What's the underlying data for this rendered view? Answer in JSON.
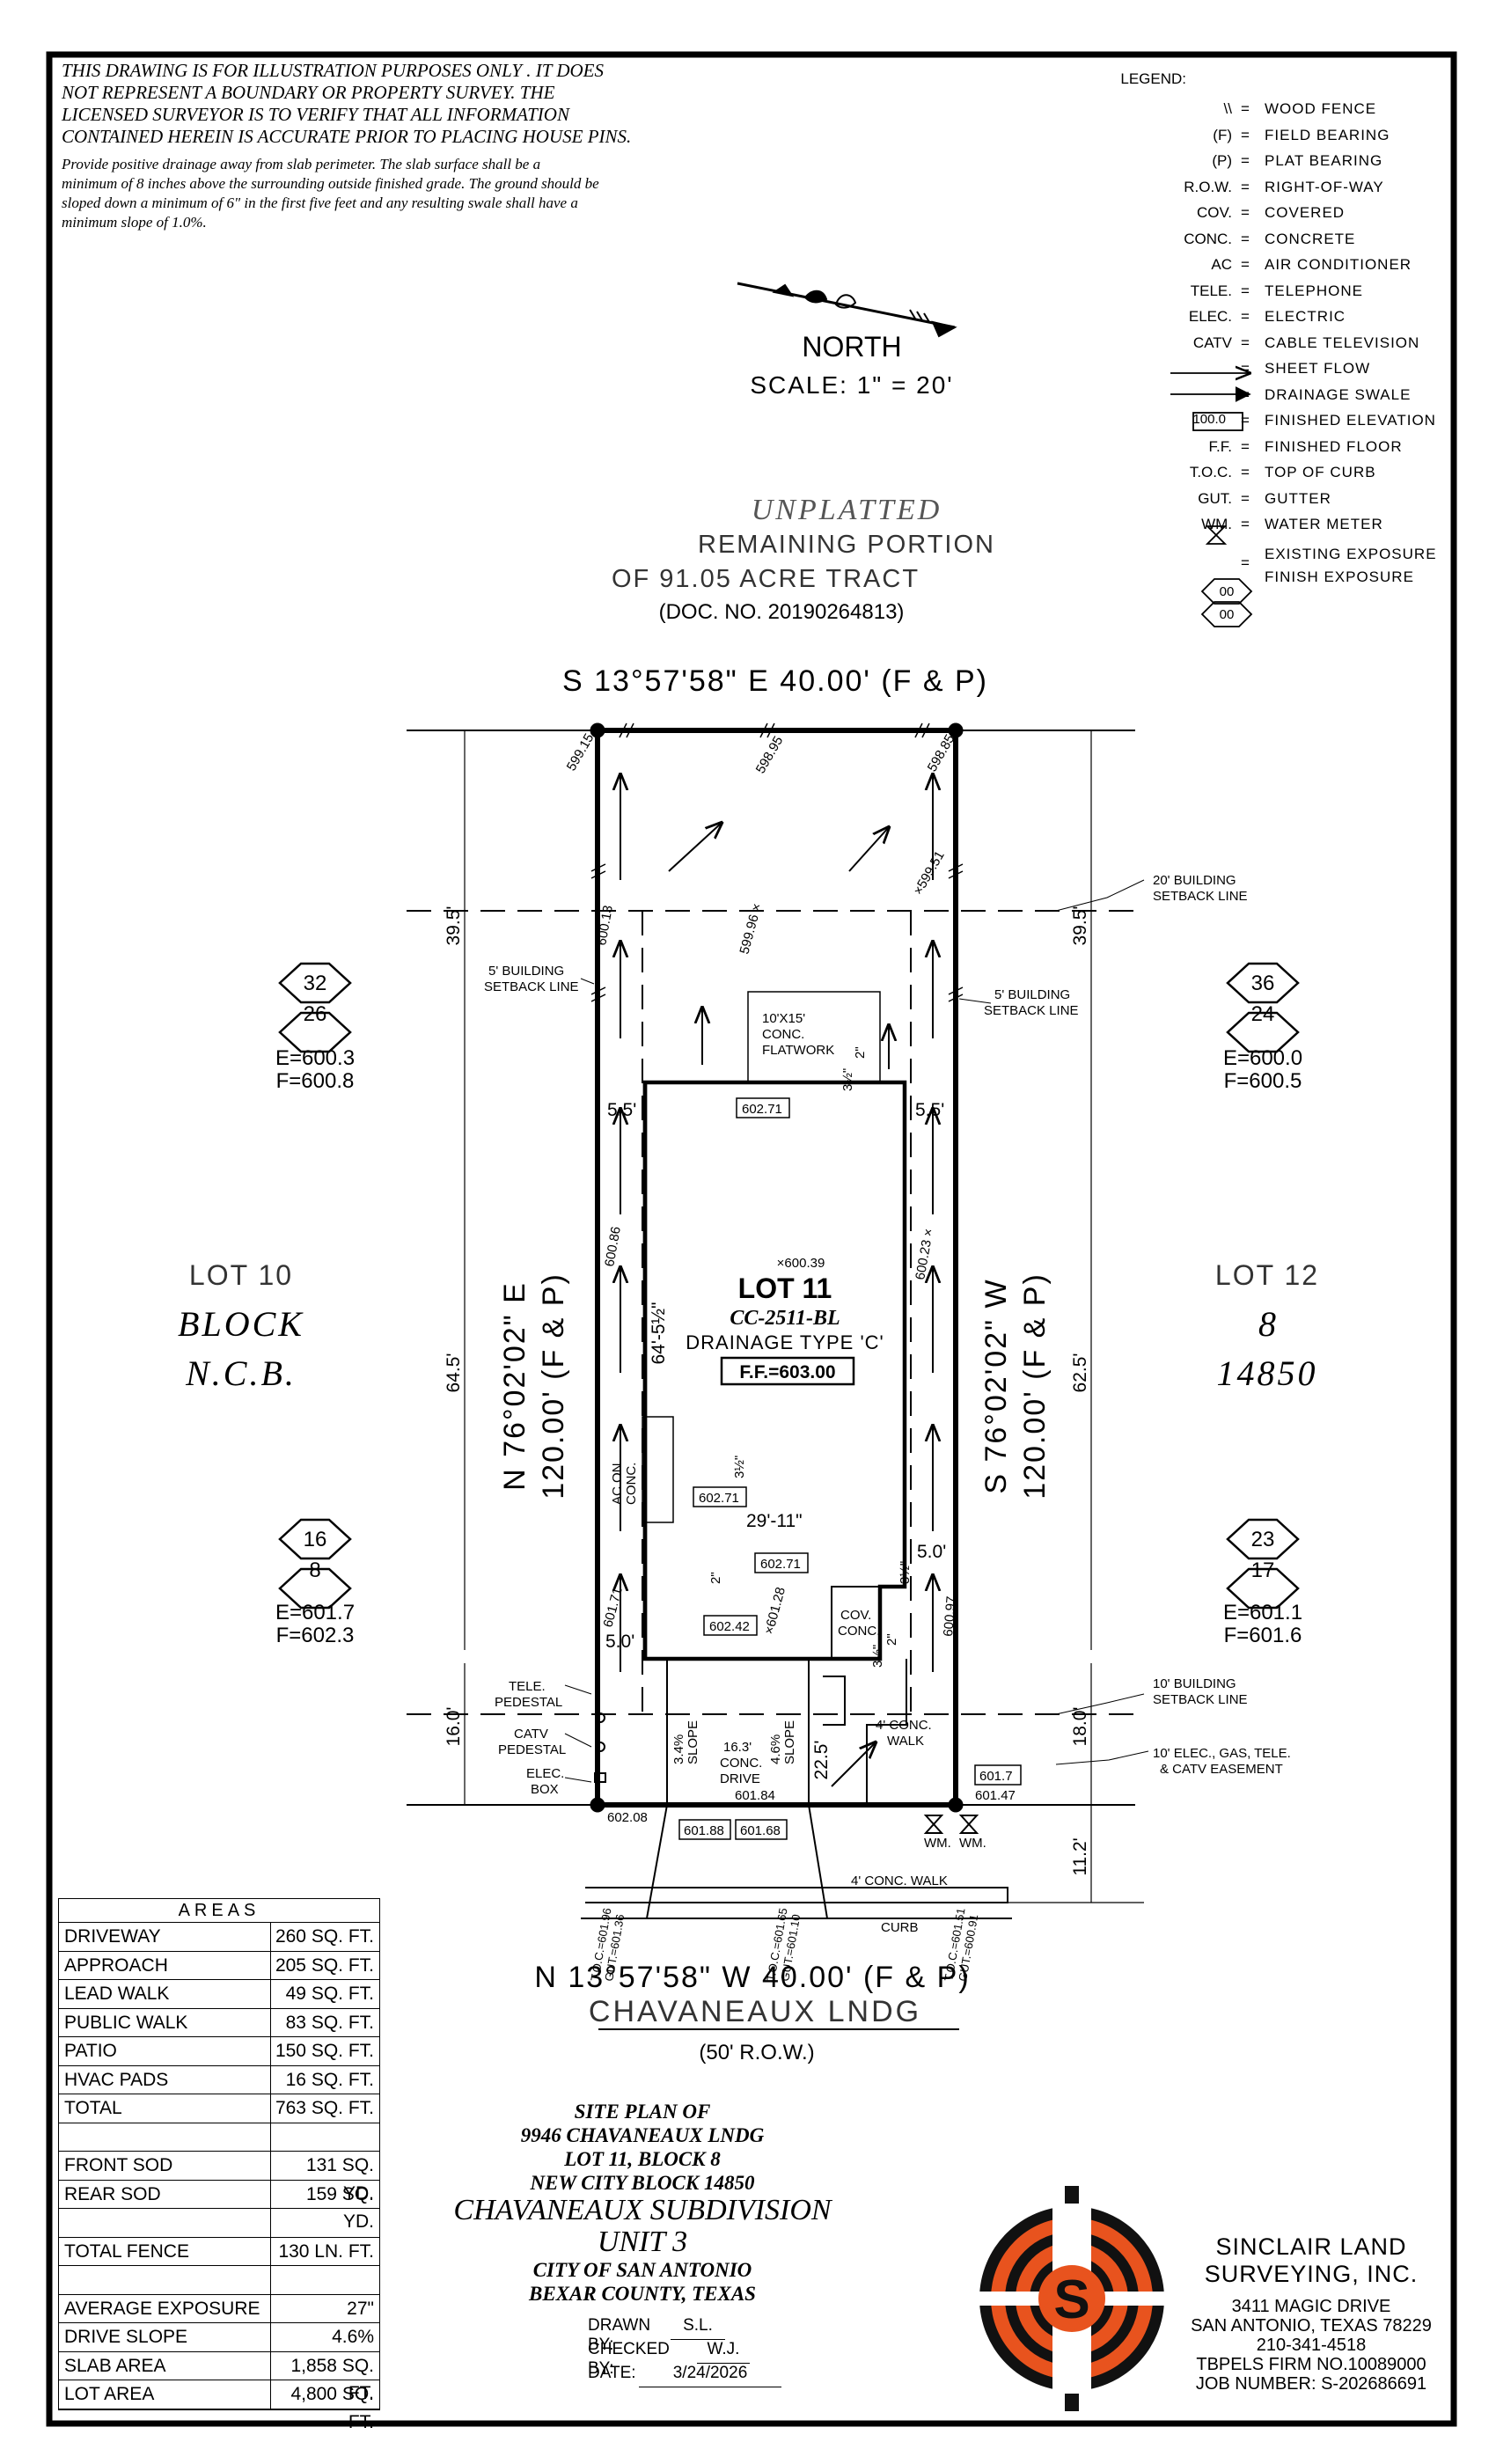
{
  "disclaimer": {
    "line1": "THIS DRAWING IS FOR ILLUSTRATION PURPOSES ONLY . IT DOES",
    "line2": "NOT REPRESENT A BOUNDARY OR PROPERTY SURVEY. THE",
    "line3": "LICENSED SURVEYOR IS TO VERIFY THAT ALL INFORMATION",
    "line4": "CONTAINED HEREIN IS ACCURATE PRIOR TO PLACING HOUSE PINS.",
    "drain1": "Provide positive drainage away from slab perimeter. The slab surface shall be a",
    "drain2": "minimum of 8 inches above the surrounding outside finished grade. The ground should be",
    "drain3": "sloped down a minimum of 6\" in the first five feet and any resulting swale shall have a",
    "drain4": "minimum slope of 1.0%."
  },
  "legend": {
    "heading": "LEGEND:",
    "items": [
      {
        "symbol": "\\\\",
        "eq": "=",
        "def": "WOOD FENCE"
      },
      {
        "symbol": "(F)",
        "eq": "=",
        "def": "FIELD BEARING"
      },
      {
        "symbol": "(P)",
        "eq": "=",
        "def": "PLAT BEARING"
      },
      {
        "symbol": "R.O.W.",
        "eq": "=",
        "def": "RIGHT-OF-WAY"
      },
      {
        "symbol": "COV.",
        "eq": "=",
        "def": "COVERED"
      },
      {
        "symbol": "CONC.",
        "eq": "=",
        "def": "CONCRETE"
      },
      {
        "symbol": "AC",
        "eq": "=",
        "def": "AIR CONDITIONER"
      },
      {
        "symbol": "TELE.",
        "eq": "=",
        "def": "TELEPHONE"
      },
      {
        "symbol": "ELEC.",
        "eq": "=",
        "def": "ELECTRIC"
      },
      {
        "symbol": "CATV",
        "eq": "=",
        "def": "CABLE TELEVISION"
      },
      {
        "symbol": "",
        "eq": "=",
        "def": "SHEET FLOW"
      },
      {
        "symbol": "",
        "eq": "=",
        "def": "DRAINAGE SWALE"
      },
      {
        "symbol": "100.0",
        "eq": "=",
        "def": "FINISHED ELEVATION"
      },
      {
        "symbol": "F.F.",
        "eq": "=",
        "def": "FINISHED FLOOR"
      },
      {
        "symbol": "T.O.C.",
        "eq": "=",
        "def": "TOP OF CURB"
      },
      {
        "symbol": "GUT.",
        "eq": "=",
        "def": "GUTTER"
      },
      {
        "symbol": "WM.",
        "eq": "=",
        "def": "WATER METER"
      }
    ],
    "exposure_top": "00",
    "exposure_bottom": "00",
    "exposure_def1": "EXISTING EXPOSURE",
    "exposure_def2": "FINISH EXPOSURE"
  },
  "north": {
    "label": "NORTH",
    "scale": "SCALE: 1\" = 20'"
  },
  "unplatted": {
    "title": "UNPLATTED",
    "line1": "REMAINING PORTION",
    "line2": "OF 91.05 ACRE TRACT",
    "doc": "(DOC. NO. 20190264813)"
  },
  "bearings": {
    "top": "S 13°57'58\" E 40.00' (F & P)",
    "bottom": "N 13°57'58\" W 40.00' (F & P)",
    "left": "N 76°02'02\" E",
    "left2": "120.00' (F & P)",
    "right": "S 76°02'02\" W",
    "right2": "120.00' (F & P)"
  },
  "street": {
    "name": "CHAVANEAUX LNDG",
    "row": "(50' R.O.W.)"
  },
  "lots": {
    "lot10": "LOT 10",
    "block": "BLOCK",
    "ncb": "N.C.B.",
    "lot12": "LOT 12",
    "block_no": "8",
    "ncb_no": "14850"
  },
  "house": {
    "lot": "LOT 11",
    "plan": "CC-2511-BL",
    "drainage": "DRAINAGE TYPE 'C'",
    "ff": "F.F.=603.00",
    "top_elev": "×600.39"
  },
  "exposures": {
    "ul_top": "32",
    "ul_bot": "26",
    "ul_e": "E=600.3",
    "ul_f": "F=600.8",
    "ur_top": "36",
    "ur_bot": "24",
    "ur_e": "E=600.0",
    "ur_f": "F=600.5",
    "ll_top": "16",
    "ll_bot": "8",
    "ll_e": "E=601.7",
    "ll_f": "F=602.3",
    "lr_top": "23",
    "lr_bot": "17",
    "lr_e": "E=601.1",
    "lr_f": "F=601.6"
  },
  "notes": {
    "setback20": "20' BUILDING",
    "setback20b": "SETBACK LINE",
    "setback5": "5' BUILDING",
    "setback5b": "SETBACK LINE",
    "setback10": "10' BUILDING",
    "setback10b": "SETBACK LINE",
    "easement1": "10' ELEC., GAS, TELE.",
    "easement2": "& CATV EASEMENT",
    "flatwork1": "10'X15'",
    "flatwork2": "CONC.",
    "flatwork3": "FLATWORK",
    "tele1": "TELE.",
    "tele2": "PEDESTAL",
    "catv1": "CATV",
    "catv2": "PEDESTAL",
    "elec1": "ELEC.",
    "elec2": "BOX",
    "ac1": "AC ON",
    "ac2": "CONC.",
    "cov1": "COV.",
    "cov2": "CONC.",
    "walk1": "4' CONC.",
    "walk2": "WALK",
    "pubwalk": "4' CONC. WALK",
    "curb": "CURB",
    "drive1": "16.3'",
    "drive2": "CONC.",
    "drive3": "DRIVE",
    "slope1": "3.4%",
    "slope2": "4.6%",
    "slope_lbl": "SLOPE",
    "wm": "WM."
  },
  "dims": {
    "d395": "39.5'",
    "d645": "64.5'",
    "d160": "16.0'",
    "d625": "62.5'",
    "d180": "18.0'",
    "d112": "11.2'",
    "d55": "5.5'",
    "d50": "5.0'",
    "d2911": "29'-11\"",
    "d645b": "64'-5½\"",
    "d225": "22.5'",
    "d2": "2\"",
    "d312": "3½\""
  },
  "elevs": {
    "e59915": "599.15",
    "e59895": "598.95",
    "e59885": "598.85",
    "e59951": "×599.51",
    "e60013": "600.13",
    "e59996": "599.96 ×",
    "e60271a": "602.71",
    "e60086": "600.86",
    "e60023": "600.23 ×",
    "e60271b": "602.71",
    "e60271c": "602.71",
    "e60128": "×601.28",
    "e60242": "602.42",
    "e60171": "601.71",
    "e60097": "600.97",
    "e6017": "601.7",
    "e60147": "601.47",
    "e60208": "602.08",
    "e60184": "601.84",
    "e60188": "601.88",
    "e60168": "601.68",
    "toc1": "T.O.C.=601.96",
    "gut1": "GUT.=601.36",
    "toc2": "T.O.C.=601.65",
    "gut2": "GUT.=601.10",
    "toc3": "T.O.C.=601.51",
    "gut3": "GUT.=600.91"
  },
  "areas": {
    "title": "AREAS",
    "rows": [
      {
        "name": "DRIVEWAY",
        "value": "260 SQ. FT."
      },
      {
        "name": "APPROACH",
        "value": "205 SQ. FT."
      },
      {
        "name": "LEAD WALK",
        "value": "49 SQ. FT."
      },
      {
        "name": "PUBLIC WALK",
        "value": "83 SQ. FT."
      },
      {
        "name": "PATIO",
        "value": "150 SQ. FT."
      },
      {
        "name": "HVAC PADS",
        "value": "16 SQ. FT."
      },
      {
        "name": "TOTAL",
        "value": "763 SQ. FT."
      },
      {
        "name": "",
        "value": ""
      },
      {
        "name": "FRONT SOD",
        "value": "131 SQ. YD."
      },
      {
        "name": "REAR SOD",
        "value": "159 SQ. YD."
      },
      {
        "name": "",
        "value": ""
      },
      {
        "name": "TOTAL FENCE",
        "value": "130 LN. FT."
      },
      {
        "name": "",
        "value": ""
      },
      {
        "name": "AVERAGE EXPOSURE",
        "value": "27\""
      },
      {
        "name": "DRIVE SLOPE",
        "value": "4.6%"
      },
      {
        "name": "SLAB AREA",
        "value": "1,858 SQ. FT."
      },
      {
        "name": "LOT AREA",
        "value": "4,800 SQ. FT."
      }
    ]
  },
  "title_block": {
    "l1": "SITE PLAN OF",
    "l2": "9946 CHAVANEAUX LNDG",
    "l3": "LOT 11, BLOCK 8",
    "l4": "NEW CITY BLOCK 14850",
    "l5": "CHAVANEAUX SUBDIVISION",
    "l6": "UNIT 3",
    "l7": "CITY OF SAN ANTONIO",
    "l8": "BEXAR COUNTY, TEXAS"
  },
  "signoff": {
    "drawn_label": "DRAWN BY:",
    "drawn": "S.L.",
    "checked_label": "CHECKED BY:",
    "checked": "W.J.",
    "date_label": "DATE:",
    "date": "3/24/2026"
  },
  "company": {
    "name1": "SINCLAIR LAND",
    "name2": "SURVEYING, INC.",
    "addr1": "3411 MAGIC DRIVE",
    "addr2": "SAN ANTONIO, TEXAS 78229",
    "phone": "210-341-4518",
    "firm": "TBPELS FIRM NO.10089000",
    "job": "JOB NUMBER: S-202686691",
    "logo_letter": "S"
  },
  "colors": {
    "ink": "#000000",
    "logo_orange": "#e8531e",
    "logo_black": "#111111"
  }
}
